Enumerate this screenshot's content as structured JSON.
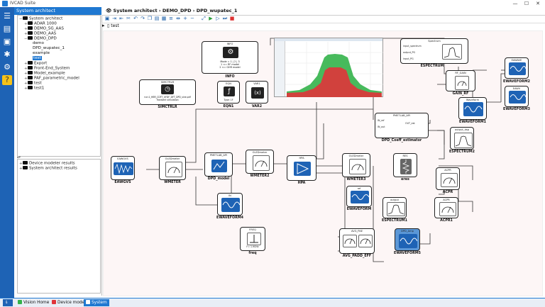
{
  "window": {
    "title": "IVCAD Suite",
    "minimize": "—",
    "maximize": "☐",
    "close": "✕"
  },
  "sidebar": {
    "header": "System architect",
    "tree": [
      {
        "label": "System architect",
        "level": 0,
        "toggle": "−",
        "kind": "root"
      },
      {
        "label": "ADAR 1000",
        "level": 1,
        "toggle": "+",
        "kind": "folder"
      },
      {
        "label": "DEMO_5G_AAS",
        "level": 1,
        "toggle": "+",
        "kind": "folder"
      },
      {
        "label": "DEMO_AAS",
        "level": 1,
        "toggle": "+",
        "kind": "folder"
      },
      {
        "label": "DEMO_DPD",
        "level": 1,
        "toggle": "−",
        "kind": "folder"
      },
      {
        "label": "demo",
        "level": 2,
        "toggle": "",
        "kind": "item"
      },
      {
        "label": "DPD_wupatec_1",
        "level": 2,
        "toggle": "",
        "kind": "item"
      },
      {
        "label": "example",
        "level": 2,
        "toggle": "",
        "kind": "item"
      },
      {
        "label": "test",
        "level": 2,
        "toggle": "",
        "kind": "item",
        "selected": true
      },
      {
        "label": "Export",
        "level": 1,
        "toggle": "+",
        "kind": "folder"
      },
      {
        "label": "Front-End_System",
        "level": 1,
        "toggle": "+",
        "kind": "folder"
      },
      {
        "label": "Model_example",
        "level": 1,
        "toggle": "+",
        "kind": "folder"
      },
      {
        "label": "PAF_parametric_model",
        "level": 1,
        "toggle": "+",
        "kind": "folder"
      },
      {
        "label": "test",
        "level": 1,
        "toggle": "+",
        "kind": "folder"
      },
      {
        "label": "test1",
        "level": 1,
        "toggle": "+",
        "kind": "folder"
      }
    ],
    "bottom_tree": [
      {
        "label": "Device modeler results",
        "toggle": "+"
      },
      {
        "label": "System architect results",
        "toggle": "+"
      }
    ]
  },
  "breadcrumb": [
    "System architect",
    "DEMO_DPD",
    "DPD_wupatec_1"
  ],
  "breadcrumb_sep": "›",
  "tab": "test",
  "toolbar_icons": [
    "save-icon",
    "import-icon",
    "export-icon",
    "cut-icon",
    "undo-icon",
    "redo-icon",
    "copy-icon",
    "paste-icon",
    "grid-icon",
    "align-icon",
    "distribute-icon",
    "zoom-in-icon",
    "zoom-out-icon",
    "fit-icon",
    "run-icon",
    "debug-icon",
    "step-icon",
    "stop-icon"
  ],
  "blocks": [
    {
      "id": "info",
      "header": "INFO",
      "label": "INFO",
      "line1": "Mode = 1 | 2 | 3",
      "line2": "1 <= RF model",
      "line3": "2 <= GHR model"
    },
    {
      "id": "simctrl",
      "header": "SIMCTRLR",
      "label": "SIMCTRLR",
      "line1": "run:1_HBR_CDFT_UFDF_DFT_DPD_sine.pdf",
      "line2": "Transient simulation"
    },
    {
      "id": "eqn",
      "header": "EQN",
      "label": "EQN1",
      "line1": "Type: 1F"
    },
    {
      "id": "var",
      "header": "VAR1",
      "label": "VAR2"
    },
    {
      "id": "espectrum",
      "header": "Spectrum",
      "label": "ESPECTRUM",
      "ports": [
        "input_spectrum",
        "output_PG",
        "input_PG"
      ]
    },
    {
      "id": "ewaveforms_top",
      "header": "EAWAVE",
      "label": "EWAVEFORM2"
    },
    {
      "id": "ewaveform3",
      "header": "EAWV",
      "label": "EWAVEFORM3"
    },
    {
      "id": "gain_rf",
      "header": "RF_GAIN",
      "label": "GAIN_RF"
    },
    {
      "id": "ewaveform1",
      "header": "Waveform",
      "label": "EWAVEFORM1"
    },
    {
      "id": "dpd_coef",
      "header": "PMETLAB_API",
      "label": "DPD_Coeff_estimator",
      "ports": [
        "IN_ref",
        "IN_out",
        "OUT_est"
      ]
    },
    {
      "id": "espectrum2",
      "header": "output_dsp",
      "label": "ESPECTRUM2"
    },
    {
      "id": "eawgvs",
      "header": "EAWGVS",
      "label": "EAWGVS"
    },
    {
      "id": "wmeter",
      "header": "OLEDmeter",
      "label": "WMETER"
    },
    {
      "id": "dpd_model",
      "header": "PMETLAB_API",
      "label": "DPD_model"
    },
    {
      "id": "wmeter2",
      "header": "OLEDmeter",
      "label": "WMETER2"
    },
    {
      "id": "hpa",
      "header": "HPA",
      "label": "HPA"
    },
    {
      "id": "wmeter3",
      "header": "OLEDmeter",
      "label": "WMETER3"
    },
    {
      "id": "eres",
      "header": "RES",
      "label": "eres"
    },
    {
      "id": "acpr",
      "header": "ACPR",
      "label": "ACPR"
    },
    {
      "id": "ewaveform",
      "header": "ref",
      "label": "EWAVEFORM"
    },
    {
      "id": "espectrum1",
      "header": "output",
      "label": "ESPECTRUM1"
    },
    {
      "id": "acpr1",
      "header": "ACPR",
      "label": "ACPR1"
    },
    {
      "id": "ewaveform4",
      "header": "IN",
      "label": "EWAVEFORM4"
    },
    {
      "id": "freq",
      "header": "FREQ",
      "label": "freq",
      "line1": "F= 1.9GHz"
    },
    {
      "id": "avg_padd",
      "header": "AVG_PAE",
      "label": "AVG_PADD_EFF"
    },
    {
      "id": "ewaveform5",
      "header": "DPD_Amp",
      "label": "EWAVEFORM5"
    }
  ],
  "status_tabs": [
    {
      "label": "Vision Home",
      "active": false
    },
    {
      "label": "Device modeler",
      "active": false
    },
    {
      "label": "System",
      "active": true
    }
  ],
  "colors": {
    "accent": "#1f78d1",
    "sidebar_bg": "#1e63b5",
    "canvas_bg": "#fdf6f6",
    "spectrum_green": "#33b24a",
    "spectrum_red": "#e0343a"
  }
}
